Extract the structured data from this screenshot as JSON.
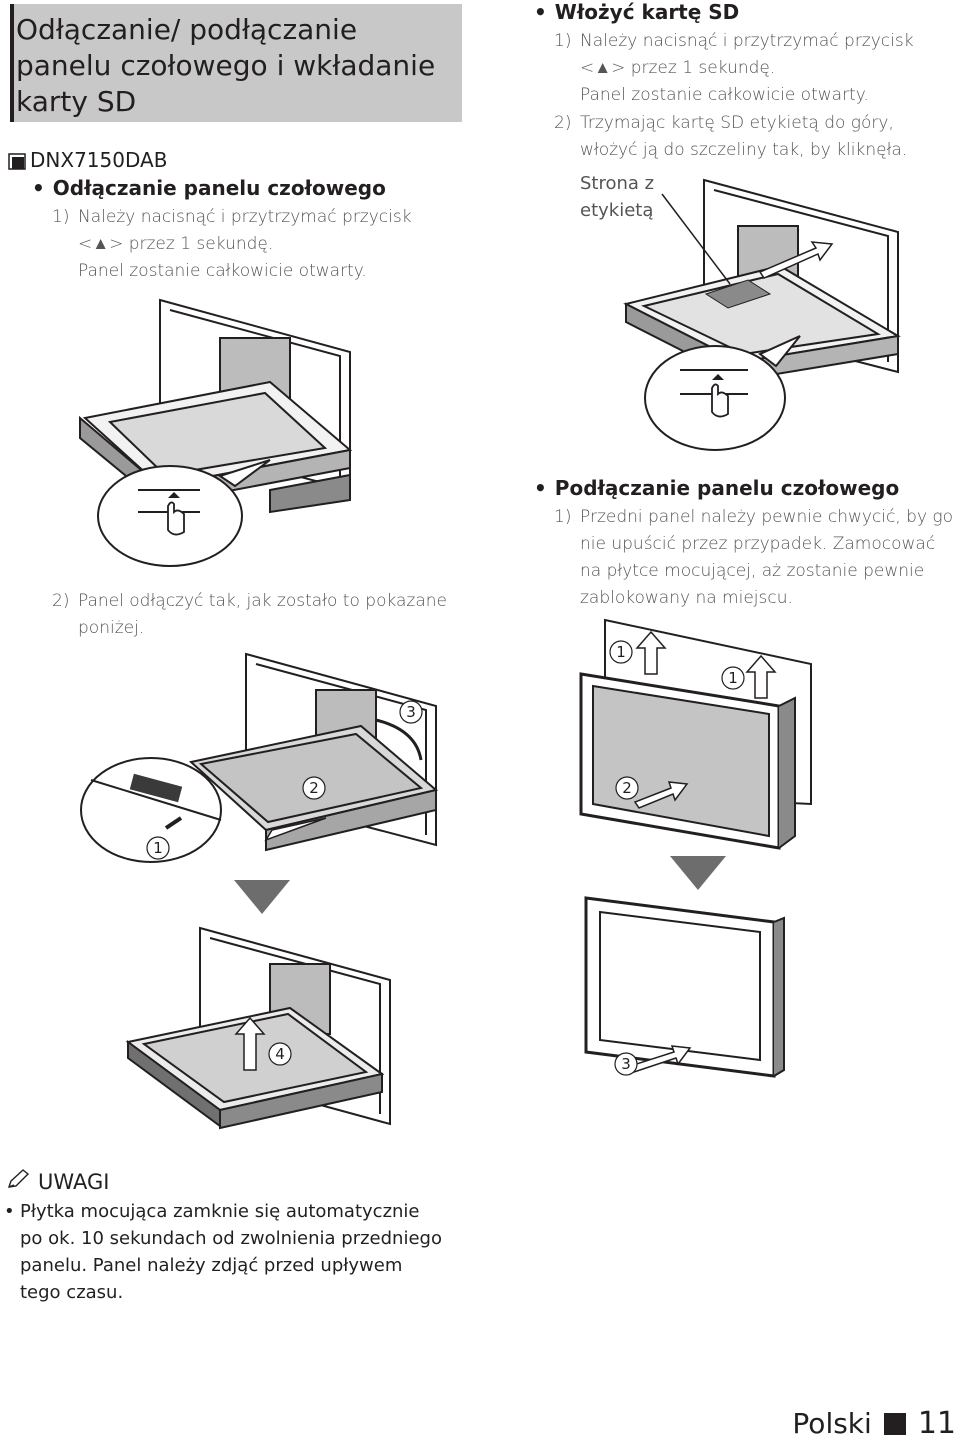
{
  "section_title": "Odłączanie/ podłączanie panelu czołowego i wkładanie karty SD",
  "model": "DNX7150DAB",
  "detach": {
    "heading": "Odłączanie panelu czołowego",
    "step1_num": "1)",
    "step1_text": "Należy nacisnąć i przytrzymać przycisk <▲> przez 1 sekundę.",
    "step1_sub": "Panel zostanie całkowicie otwarty.",
    "step2_num": "2)",
    "step2_text": "Panel odłączyć tak, jak zostało to pokazane poniżej."
  },
  "insert_sd": {
    "heading": "Włożyć kartę SD",
    "step1_num": "1)",
    "step1_text": "Należy nacisnąć i przytrzymać przycisk <▲> przez 1 sekundę.",
    "step1_sub": "Panel zostanie całkowicie otwarty.",
    "step2_num": "2)",
    "step2_text": "Trzymając kartę SD etykietą do góry, włożyć ją do szczeliny tak, by kliknęła.",
    "label_line1": "Strona z",
    "label_line2": "etykietą"
  },
  "attach": {
    "heading": "Podłączanie panelu czołowego",
    "step1_num": "1)",
    "step1_text": "Przedni panel należy pewnie chwycić, by go nie upuścić przez przypadek. Zamocować na płytce mocującej, aż zostanie pewnie zablokowany na miejscu."
  },
  "figure_labels": {
    "c1": "1",
    "c2": "2",
    "c3": "3",
    "c4": "4"
  },
  "notes": {
    "heading": "UWAGI",
    "item": "Płytka mocująca zamknie się automatycznie po ok. 10 sekundach od zwolnienia przedniego panelu. Panel należy zdjąć przed upływem tego czasu."
  },
  "footer": {
    "language": "Polski",
    "page": "11"
  }
}
